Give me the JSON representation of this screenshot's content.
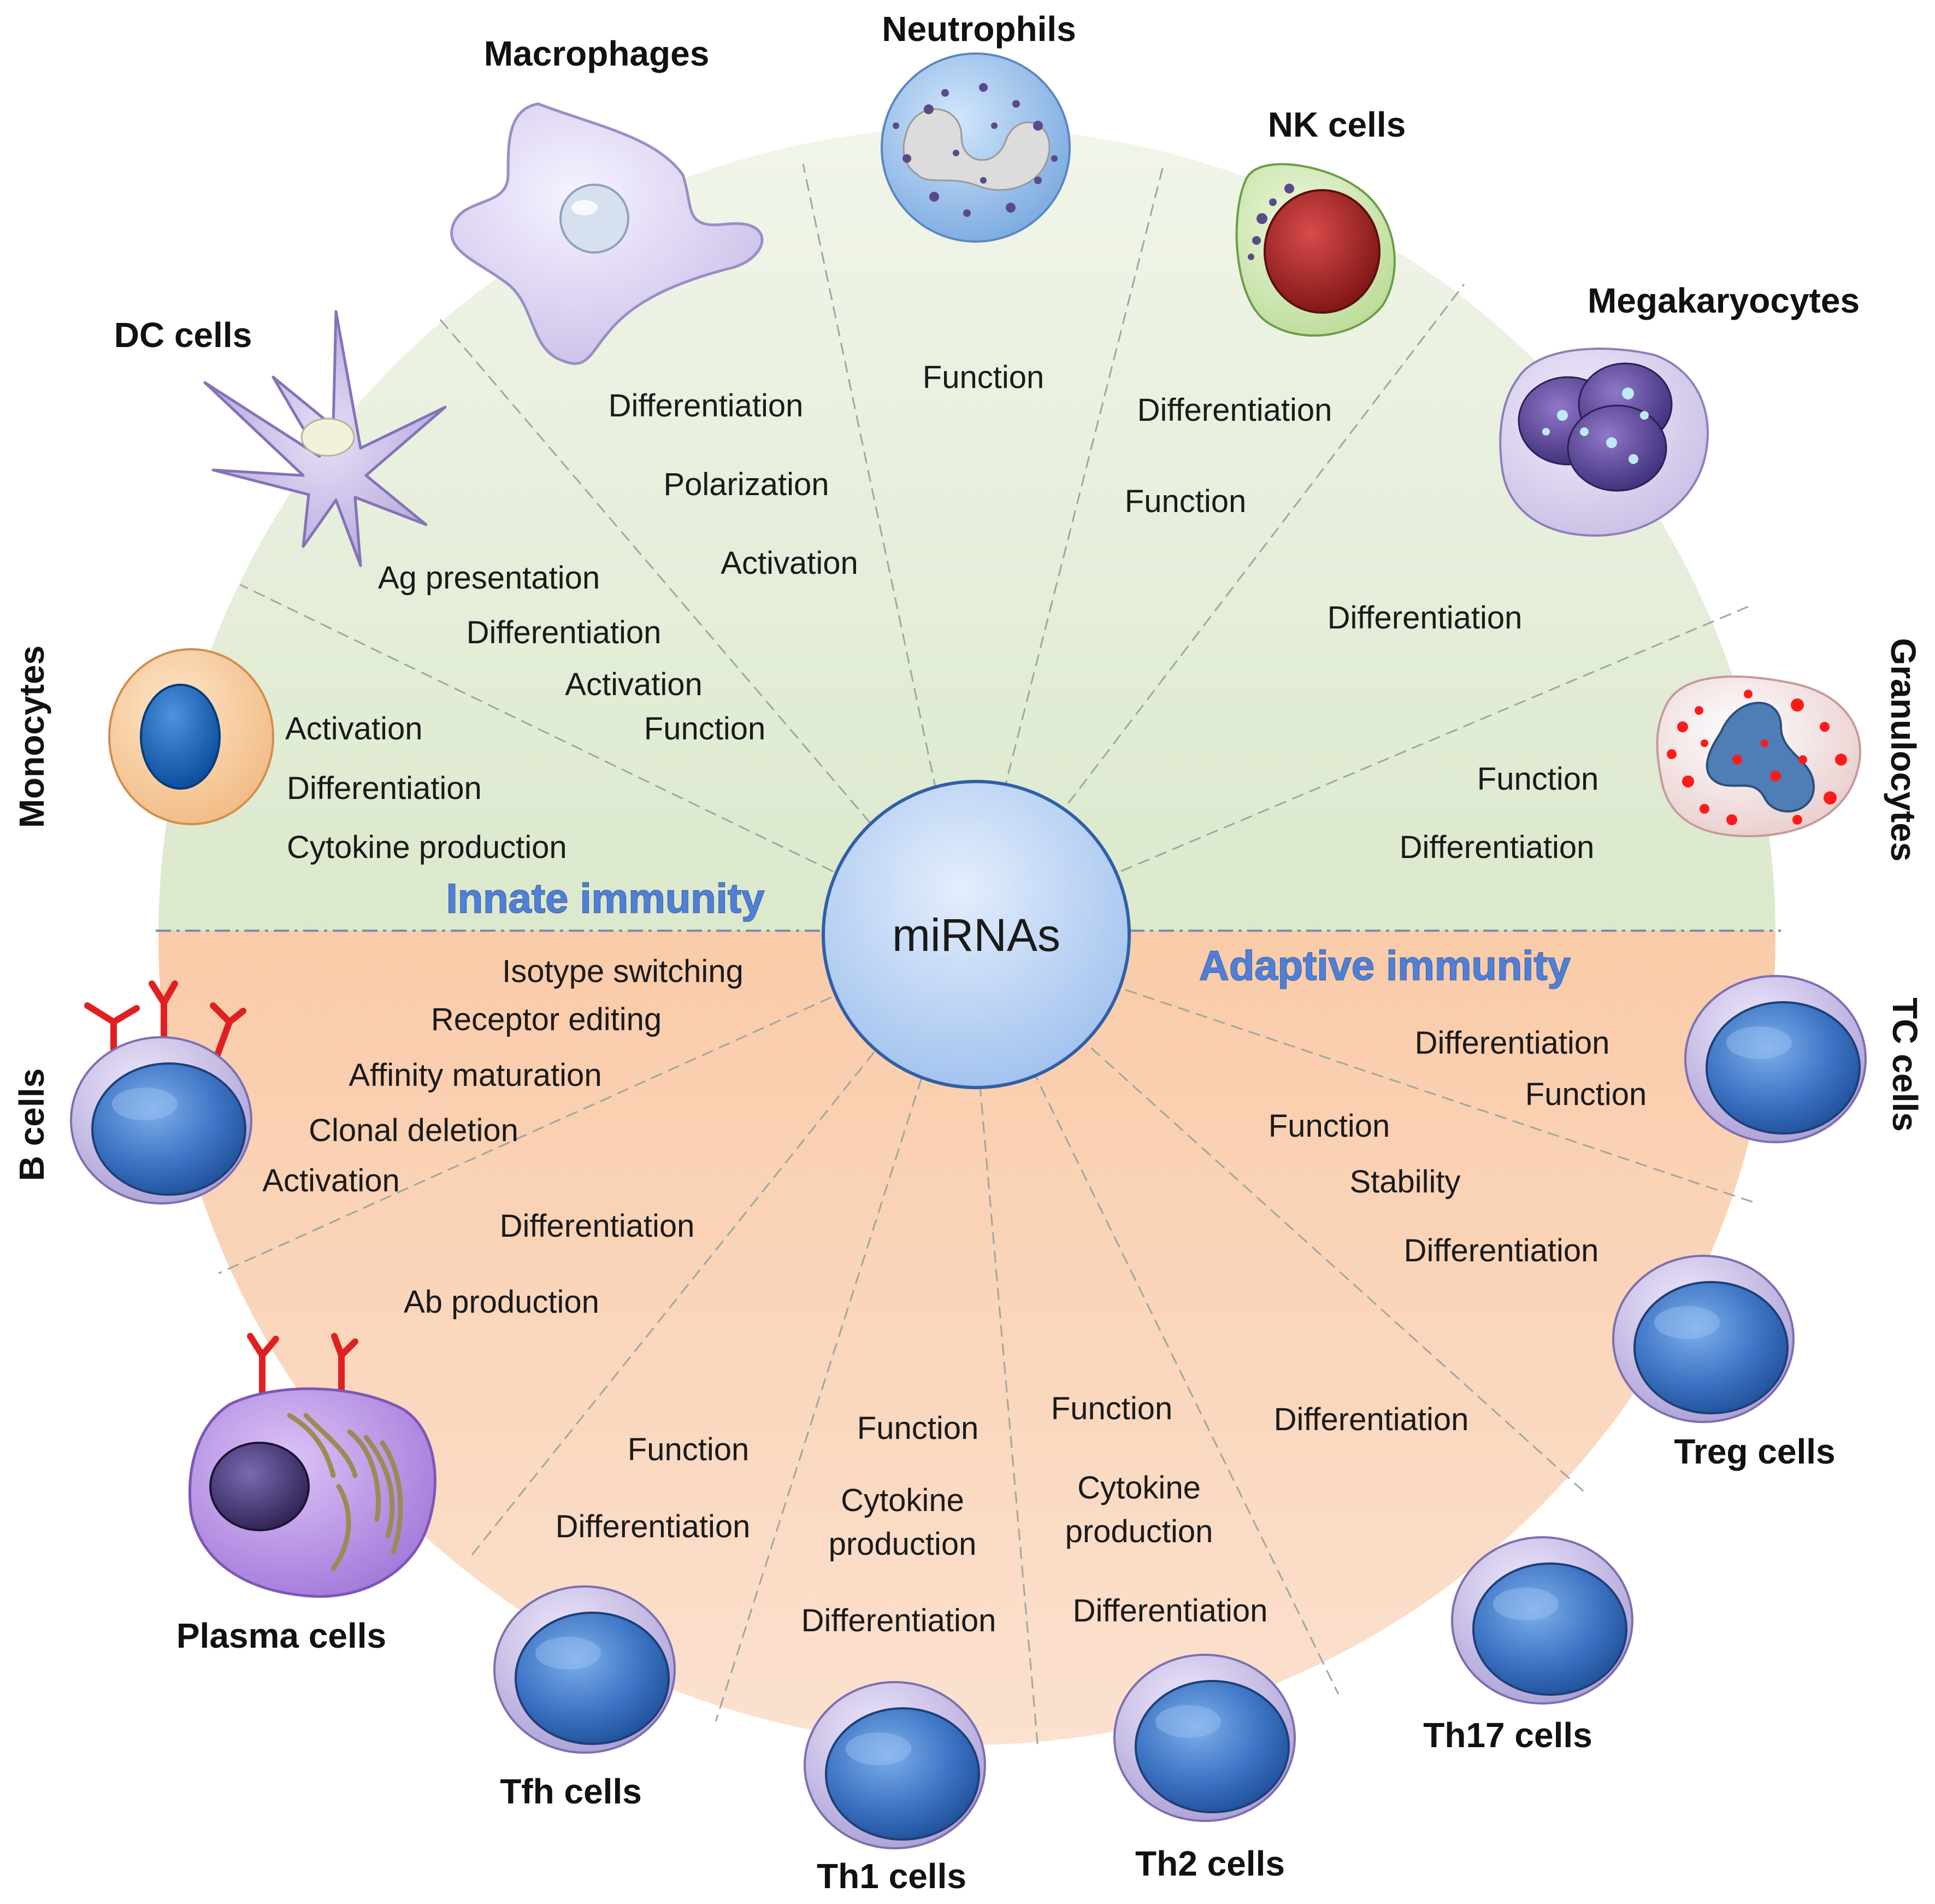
{
  "center": {
    "label": "miRNAs"
  },
  "groups": {
    "innate": "Innate immunity",
    "adaptive": "Adaptive immunity"
  },
  "cells": {
    "macrophages": {
      "label": "Macrophages",
      "roles": [
        "Differentiation",
        "Polarization",
        "Activation"
      ]
    },
    "neutrophils": {
      "label": "Neutrophils",
      "roles": [
        "Function"
      ]
    },
    "nk": {
      "label": "NK cells",
      "roles": [
        "Differentiation",
        "Function"
      ]
    },
    "megakaryocytes": {
      "label": "Megakaryocytes",
      "roles": [
        "Differentiation"
      ]
    },
    "dc": {
      "label": "DC cells",
      "roles": [
        "Ag presentation",
        "Differentiation",
        "Activation",
        "Function"
      ]
    },
    "monocytes": {
      "label": "Monocytes",
      "roles": [
        "Activation",
        "Differentiation",
        "Cytokine production"
      ]
    },
    "granulocytes": {
      "label": "Granulocytes",
      "roles": [
        "Function",
        "Differentiation"
      ]
    },
    "bcells": {
      "label": "B cells",
      "roles": [
        "Isotype switching",
        "Receptor editing",
        "Affinity maturation",
        "Clonal deletion",
        "Activation",
        "Differentiation"
      ]
    },
    "plasma": {
      "label": "Plasma cells",
      "roles": [
        "Ab production"
      ]
    },
    "tc": {
      "label": "TC cells",
      "roles": [
        "Differentiation",
        "Function"
      ]
    },
    "treg": {
      "label": "Treg cells",
      "roles": [
        "Function",
        "Stability",
        "Differentiation"
      ]
    },
    "th17": {
      "label": "Th17 cells",
      "roles": [
        "Differentiation"
      ]
    },
    "th2": {
      "label": "Th2 cells",
      "roles": [
        "Function",
        "Cytokine",
        "production",
        "Differentiation"
      ]
    },
    "th1": {
      "label": "Th1 cells",
      "roles": [
        "Function",
        "Cytokine",
        "production",
        "Differentiation"
      ]
    },
    "tfh": {
      "label": "Tfh cells",
      "roles": [
        "Function",
        "Differentiation"
      ]
    }
  },
  "colors": {
    "innate_background": "#c9dfb4",
    "adaptive_background": "#f6a56a",
    "center_fill": "#a9c7f0",
    "lymphocyte_nucleus": "#3d74c4",
    "lymphocyte_membrane": "#c3b7e6",
    "antibody": "#e02020"
  }
}
